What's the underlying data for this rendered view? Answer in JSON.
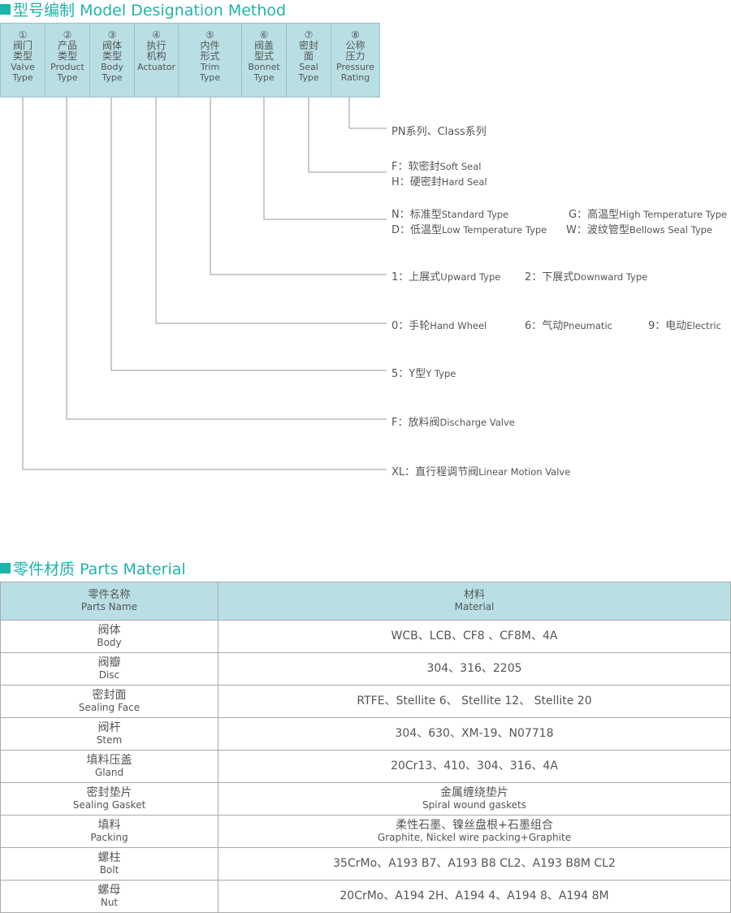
{
  "designation": {
    "title_cn": "型号编制",
    "title_en": "Model Designation Method",
    "columns": [
      {
        "num": "①",
        "cn": [
          "阀门",
          "类型"
        ],
        "en": [
          "Valve",
          "Type"
        ]
      },
      {
        "num": "②",
        "cn": [
          "产品",
          "类型"
        ],
        "en": [
          "Product",
          "Type"
        ]
      },
      {
        "num": "③",
        "cn": [
          "阀体",
          "类型"
        ],
        "en": [
          "Body",
          "Type"
        ]
      },
      {
        "num": "④",
        "cn": [
          "执行",
          "机构"
        ],
        "en": [
          "Actuator",
          ""
        ]
      },
      {
        "num": "⑤",
        "cn": [
          "内件",
          "形式"
        ],
        "en": [
          "Trim",
          "Type"
        ]
      },
      {
        "num": "⑥",
        "cn": [
          "阀盖",
          "型式"
        ],
        "en": [
          "Bonnet",
          "Type"
        ]
      },
      {
        "num": "⑦",
        "cn": [
          "密封",
          "面"
        ],
        "en": [
          "Seal",
          "Type"
        ]
      },
      {
        "num": "⑧",
        "cn": [
          "公称",
          "压力"
        ],
        "en": [
          "Pressure",
          "Rating"
        ]
      }
    ],
    "options": {
      "pressure": [
        {
          "code": "PN系列、Class系列",
          "cn": "",
          "en": ""
        }
      ],
      "seal": [
        {
          "code": "F：",
          "cn": "软密封",
          "en": "Soft Seal"
        },
        {
          "code": "H：",
          "cn": "硬密封",
          "en": "Hard Seal"
        }
      ],
      "bonnet": [
        {
          "code": "N：",
          "cn": "标准型",
          "en": "Standard Type"
        },
        {
          "code": "G：",
          "cn": "高温型",
          "en": "High Temperature Type"
        },
        {
          "code": "D：",
          "cn": "低温型",
          "en": "Low Temperature Type"
        },
        {
          "code": "W：",
          "cn": "波纹管型",
          "en": "Bellows Seal Type"
        }
      ],
      "trim": [
        {
          "code": "1：",
          "cn": "上展式",
          "en": "Upward Type"
        },
        {
          "code": "2：",
          "cn": "下展式",
          "en": "Downward Type"
        }
      ],
      "actuator": [
        {
          "code": "0：",
          "cn": "手轮",
          "en": "Hand Wheel"
        },
        {
          "code": "6：",
          "cn": "气动",
          "en": "Pneumatic"
        },
        {
          "code": "9：",
          "cn": "电动",
          "en": "Electric"
        }
      ],
      "body": [
        {
          "code": "5：",
          "cn": "Y型",
          "en": "Y Type"
        }
      ],
      "product": [
        {
          "code": "F：",
          "cn": "放料阀",
          "en": "Discharge Valve"
        }
      ],
      "valve": [
        {
          "code": "XL：",
          "cn": "直行程调节阀",
          "en": "Linear Motion Valve"
        }
      ]
    }
  },
  "parts": {
    "title_cn": "零件材质",
    "title_en": "Parts Material",
    "headers": [
      {
        "cn": "零件名称",
        "en": "Parts Name"
      },
      {
        "cn": "材料",
        "en": "Material"
      }
    ],
    "rows": [
      {
        "cn": "阀体",
        "en": "Body",
        "material": "WCB、LCB、CF8 、CF8M、4A",
        "material_en": ""
      },
      {
        "cn": "阀瓣",
        "en": "Disc",
        "material": "304、316、2205",
        "material_en": ""
      },
      {
        "cn": "密封面",
        "en": "Sealing Face",
        "material": "RTFE、Stellite 6、 Stellite 12、 Stellite 20",
        "material_en": ""
      },
      {
        "cn": "阀杆",
        "en": "Stem",
        "material": "304、630、XM-19、N07718",
        "material_en": ""
      },
      {
        "cn": "填料压盖",
        "en": "Gland",
        "material": "20Cr13、410、304、316、4A",
        "material_en": ""
      },
      {
        "cn": "密封垫片",
        "en": "Sealing Gasket",
        "material": "金属缠绕垫片",
        "material_en": "Spiral wound gaskets"
      },
      {
        "cn": "填料",
        "en": "Packing",
        "material": "柔性石墨、镍丝盘根+石墨组合",
        "material_en": "Graphite, Nickel wire packing+Graphite"
      },
      {
        "cn": "螺柱",
        "en": "Bolt",
        "material": "35CrMo、A193 B7、A193 B8 CL2、A193 B8M CL2",
        "material_en": ""
      },
      {
        "cn": "螺母",
        "en": "Nut",
        "material": "20CrMo、A194 2H、A194 4、A194 8、A194 8M",
        "material_en": ""
      }
    ]
  },
  "colors": {
    "accent": "#1db3ab",
    "header_bg": "#b9dfe4"
  }
}
